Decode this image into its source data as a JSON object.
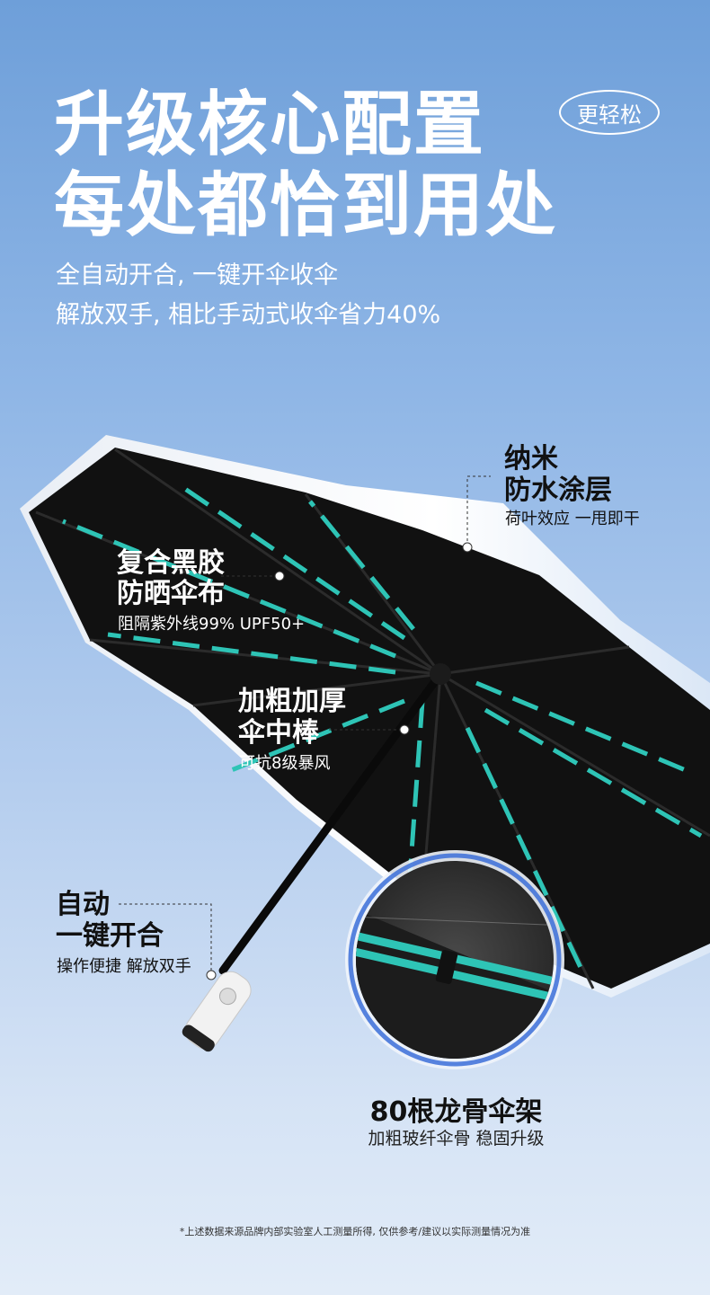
{
  "headline": {
    "line1": "升级核心配置",
    "line2": "每处都恰到用处"
  },
  "badge": "更轻松",
  "subtitle": {
    "line1": "全自动开合, 一键开伞收伞",
    "line2": "解放双手, 相比手动式收伞省力40%"
  },
  "features": {
    "coating": {
      "title1": "纳米",
      "title2": "防水涂层",
      "desc": "荷叶效应 一甩即干"
    },
    "fabric": {
      "title1": "复合黑胶",
      "title2": "防晒伞布",
      "desc": "阻隔紫外线99% UPF50+"
    },
    "shaft": {
      "title1": "加粗加厚",
      "title2": "伞中棒",
      "desc": "可抗8级暴风"
    },
    "auto": {
      "title1": "自动",
      "title2": "一键开合",
      "desc": "操作便捷 解放双手"
    }
  },
  "ribs": {
    "title": "80根龙骨伞架",
    "desc": "加粗玻纤伞骨 稳固升级"
  },
  "footnote": "*上述数据来源品牌内部实验室人工测量所得, 仅供参考/建议以实际测量情况为准",
  "colors": {
    "accent": "#2ec4b6",
    "canopy": "#111111",
    "edge": "#f2f2f2"
  }
}
